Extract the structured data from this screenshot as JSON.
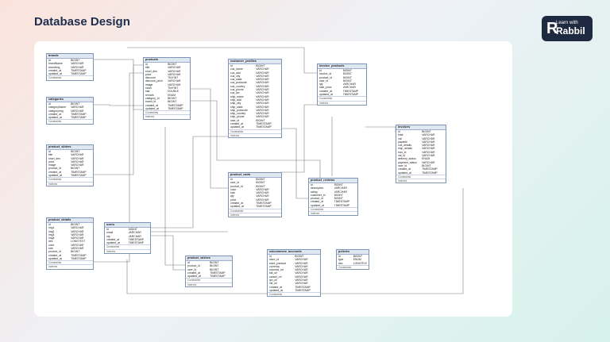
{
  "page": {
    "title": "Database Design"
  },
  "brand": {
    "logo_mark": "R",
    "line1": "Learn with",
    "line2": "Rabbil"
  },
  "colors": {
    "title": "#1f2d4d",
    "line": "#7d7d7d",
    "table_border": "#7f93b3",
    "table_header": "#dfe7f3"
  },
  "tables": [
    {
      "name": "brands",
      "rows": [
        [
          "id",
          "BIGINT"
        ],
        [
          "brandName",
          "VARCHAR"
        ],
        [
          "brandImg",
          "VARCHAR"
        ],
        [
          "created_at",
          "TIMESTAMP"
        ],
        [
          "updated_at",
          "TIMESTAMP"
        ]
      ],
      "footer": [
        "Constraints"
      ]
    },
    {
      "name": "categories",
      "rows": [
        [
          "id",
          "BIGINT"
        ],
        [
          "categoryName",
          "VARCHAR"
        ],
        [
          "categoryImg",
          "VARCHAR"
        ],
        [
          "created_at",
          "TIMESTAMP"
        ],
        [
          "updated_at",
          "TIMESTAMP"
        ]
      ],
      "footer": [
        "Constraints"
      ]
    },
    {
      "name": "product_sliders",
      "rows": [
        [
          "id",
          "BIGINT"
        ],
        [
          "title",
          "VARCHAR"
        ],
        [
          "short_des",
          "VARCHAR"
        ],
        [
          "price",
          "VARCHAR"
        ],
        [
          "image",
          "VARCHAR"
        ],
        [
          "product_id",
          "BIGINT"
        ],
        [
          "created_at",
          "TIMESTAMP"
        ],
        [
          "updated_at",
          "TIMESTAMP"
        ]
      ],
      "footer": [
        "Constraints",
        "Indexes"
      ]
    },
    {
      "name": "product_details",
      "rows": [
        [
          "id",
          "BIGINT"
        ],
        [
          "img1",
          "VARCHAR"
        ],
        [
          "img2",
          "VARCHAR"
        ],
        [
          "img3",
          "VARCHAR"
        ],
        [
          "img4",
          "VARCHAR"
        ],
        [
          "des",
          "LONGTEXT"
        ],
        [
          "color",
          "VARCHAR"
        ],
        [
          "size",
          "VARCHAR"
        ],
        [
          "product_id",
          "BIGINT"
        ],
        [
          "created_at",
          "TIMESTAMP"
        ],
        [
          "updated_at",
          "TIMESTAMP"
        ]
      ],
      "footer": [
        "Constraints",
        "Indexes"
      ]
    },
    {
      "name": "products",
      "rows": [
        [
          "id",
          "BIGINT"
        ],
        [
          "title",
          "VARCHAR"
        ],
        [
          "short_des",
          "VARCHAR"
        ],
        [
          "price",
          "VARCHAR"
        ],
        [
          "discount",
          "TINYINT"
        ],
        [
          "discount_price",
          "VARCHAR"
        ],
        [
          "image",
          "VARCHAR"
        ],
        [
          "stock",
          "TINYINT"
        ],
        [
          "star",
          "DOUBLE"
        ],
        [
          "remark",
          "ENUM"
        ],
        [
          "category_id",
          "BIGINT"
        ],
        [
          "brand_id",
          "BIGINT"
        ],
        [
          "created_at",
          "TIMESTAMP"
        ],
        [
          "updated_at",
          "TIMESTAMP"
        ]
      ],
      "footer": [
        "Constraints",
        "Indexes"
      ]
    },
    {
      "name": "users",
      "rows": [
        [
          "id",
          "BIGINT"
        ],
        [
          "email",
          "VARCHAR"
        ],
        [
          "otp",
          "VARCHAR"
        ],
        [
          "created_at",
          "TIMESTAMP"
        ],
        [
          "updated_at",
          "TIMESTAMP"
        ]
      ],
      "footer": [
        "Constraints",
        "Indexes"
      ]
    },
    {
      "name": "customer_profiles",
      "rows": [
        [
          "id",
          "BIGINT"
        ],
        [
          "cus_name",
          "VARCHAR"
        ],
        [
          "cus_add",
          "VARCHAR"
        ],
        [
          "cus_city",
          "VARCHAR"
        ],
        [
          "cus_state",
          "VARCHAR"
        ],
        [
          "cus_postcode",
          "VARCHAR"
        ],
        [
          "cus_country",
          "VARCHAR"
        ],
        [
          "cus_phone",
          "VARCHAR"
        ],
        [
          "cus_fax",
          "VARCHAR"
        ],
        [
          "ship_name",
          "VARCHAR"
        ],
        [
          "ship_add",
          "VARCHAR"
        ],
        [
          "ship_city",
          "VARCHAR"
        ],
        [
          "ship_state",
          "VARCHAR"
        ],
        [
          "ship_postcode",
          "VARCHAR"
        ],
        [
          "ship_country",
          "VARCHAR"
        ],
        [
          "ship_phone",
          "VARCHAR"
        ],
        [
          "user_id",
          "BIGINT"
        ],
        [
          "created_at",
          "TIMESTAMP"
        ],
        [
          "updated_at",
          "TIMESTAMP"
        ]
      ],
      "footer": [
        "Constraints",
        "Indexes"
      ]
    },
    {
      "name": "product_carts",
      "rows": [
        [
          "id",
          "BIGINT"
        ],
        [
          "user_id",
          "BIGINT"
        ],
        [
          "product_id",
          "BIGINT"
        ],
        [
          "color",
          "VARCHAR"
        ],
        [
          "size",
          "VARCHAR"
        ],
        [
          "qty",
          "VARCHAR"
        ],
        [
          "price",
          "VARCHAR"
        ],
        [
          "created_at",
          "TIMESTAMP"
        ],
        [
          "updated_at",
          "TIMESTAMP"
        ]
      ],
      "footer": [
        "Constraints",
        "Indexes"
      ]
    },
    {
      "name": "product_wishes",
      "rows": [
        [
          "id",
          "BIGINT"
        ],
        [
          "product_id",
          "BIGINT"
        ],
        [
          "user_id",
          "BIGINT"
        ],
        [
          "created_at",
          "TIMESTAMP"
        ],
        [
          "updated_at",
          "TIMESTAMP"
        ]
      ],
      "footer": [
        "Constraints",
        "Indexes"
      ]
    },
    {
      "name": "sslcommerz_accounts",
      "rows": [
        [
          "id",
          "BIGINT"
        ],
        [
          "store_id",
          "VARCHAR"
        ],
        [
          "store_passwd",
          "VARCHAR"
        ],
        [
          "currency",
          "VARCHAR"
        ],
        [
          "success_url",
          "VARCHAR"
        ],
        [
          "fail_url",
          "VARCHAR"
        ],
        [
          "cancel_url",
          "VARCHAR"
        ],
        [
          "ipn_url",
          "VARCHAR"
        ],
        [
          "init_url",
          "VARCHAR"
        ],
        [
          "created_at",
          "TIMESTAMP"
        ],
        [
          "updated_at",
          "TIMESTAMP"
        ]
      ],
      "footer": [
        "Constraints"
      ]
    },
    {
      "name": "invoice_products",
      "rows": [
        [
          "id",
          "BIGINT"
        ],
        [
          "invoice_id",
          "BIGINT"
        ],
        [
          "product_id",
          "BIGINT"
        ],
        [
          "user_id",
          "BIGINT"
        ],
        [
          "qty",
          "VARCHAR"
        ],
        [
          "sale_price",
          "VARCHAR"
        ],
        [
          "created_at",
          "TIMESTAMP"
        ],
        [
          "updated_at",
          "TIMESTAMP"
        ]
      ],
      "footer": [
        "Constraints",
        "Indexes"
      ]
    },
    {
      "name": "product_reviews",
      "rows": [
        [
          "id",
          "BIGINT"
        ],
        [
          "description",
          "VARCHAR"
        ],
        [
          "rating",
          "VARCHAR"
        ],
        [
          "customer_id",
          "BIGINT"
        ],
        [
          "product_id",
          "BIGINT"
        ],
        [
          "created_at",
          "TIMESTAMP"
        ],
        [
          "updated_at",
          "TIMESTAMP"
        ]
      ],
      "footer": [
        "Constraints",
        "Indexes"
      ]
    },
    {
      "name": "invoices",
      "rows": [
        [
          "id",
          "BIGINT"
        ],
        [
          "total",
          "VARCHAR"
        ],
        [
          "vat",
          "VARCHAR"
        ],
        [
          "payable",
          "VARCHAR"
        ],
        [
          "cus_details",
          "VARCHAR"
        ],
        [
          "ship_details",
          "VARCHAR"
        ],
        [
          "tran_id",
          "VARCHAR"
        ],
        [
          "val_id",
          "VARCHAR"
        ],
        [
          "delivery_status",
          "ENUM"
        ],
        [
          "payment_status",
          "VARCHAR"
        ],
        [
          "user_id",
          "BIGINT"
        ],
        [
          "created_at",
          "TIMESTAMP"
        ],
        [
          "updated_at",
          "TIMESTAMP"
        ]
      ],
      "footer": [
        "Constraints",
        "Indexes"
      ]
    },
    {
      "name": "policies",
      "rows": [
        [
          "id",
          "BIGINT"
        ],
        [
          "type",
          "ENUM"
        ],
        [
          "des",
          "LONGTEXT"
        ]
      ],
      "footer": [
        "Constraints"
      ]
    }
  ]
}
